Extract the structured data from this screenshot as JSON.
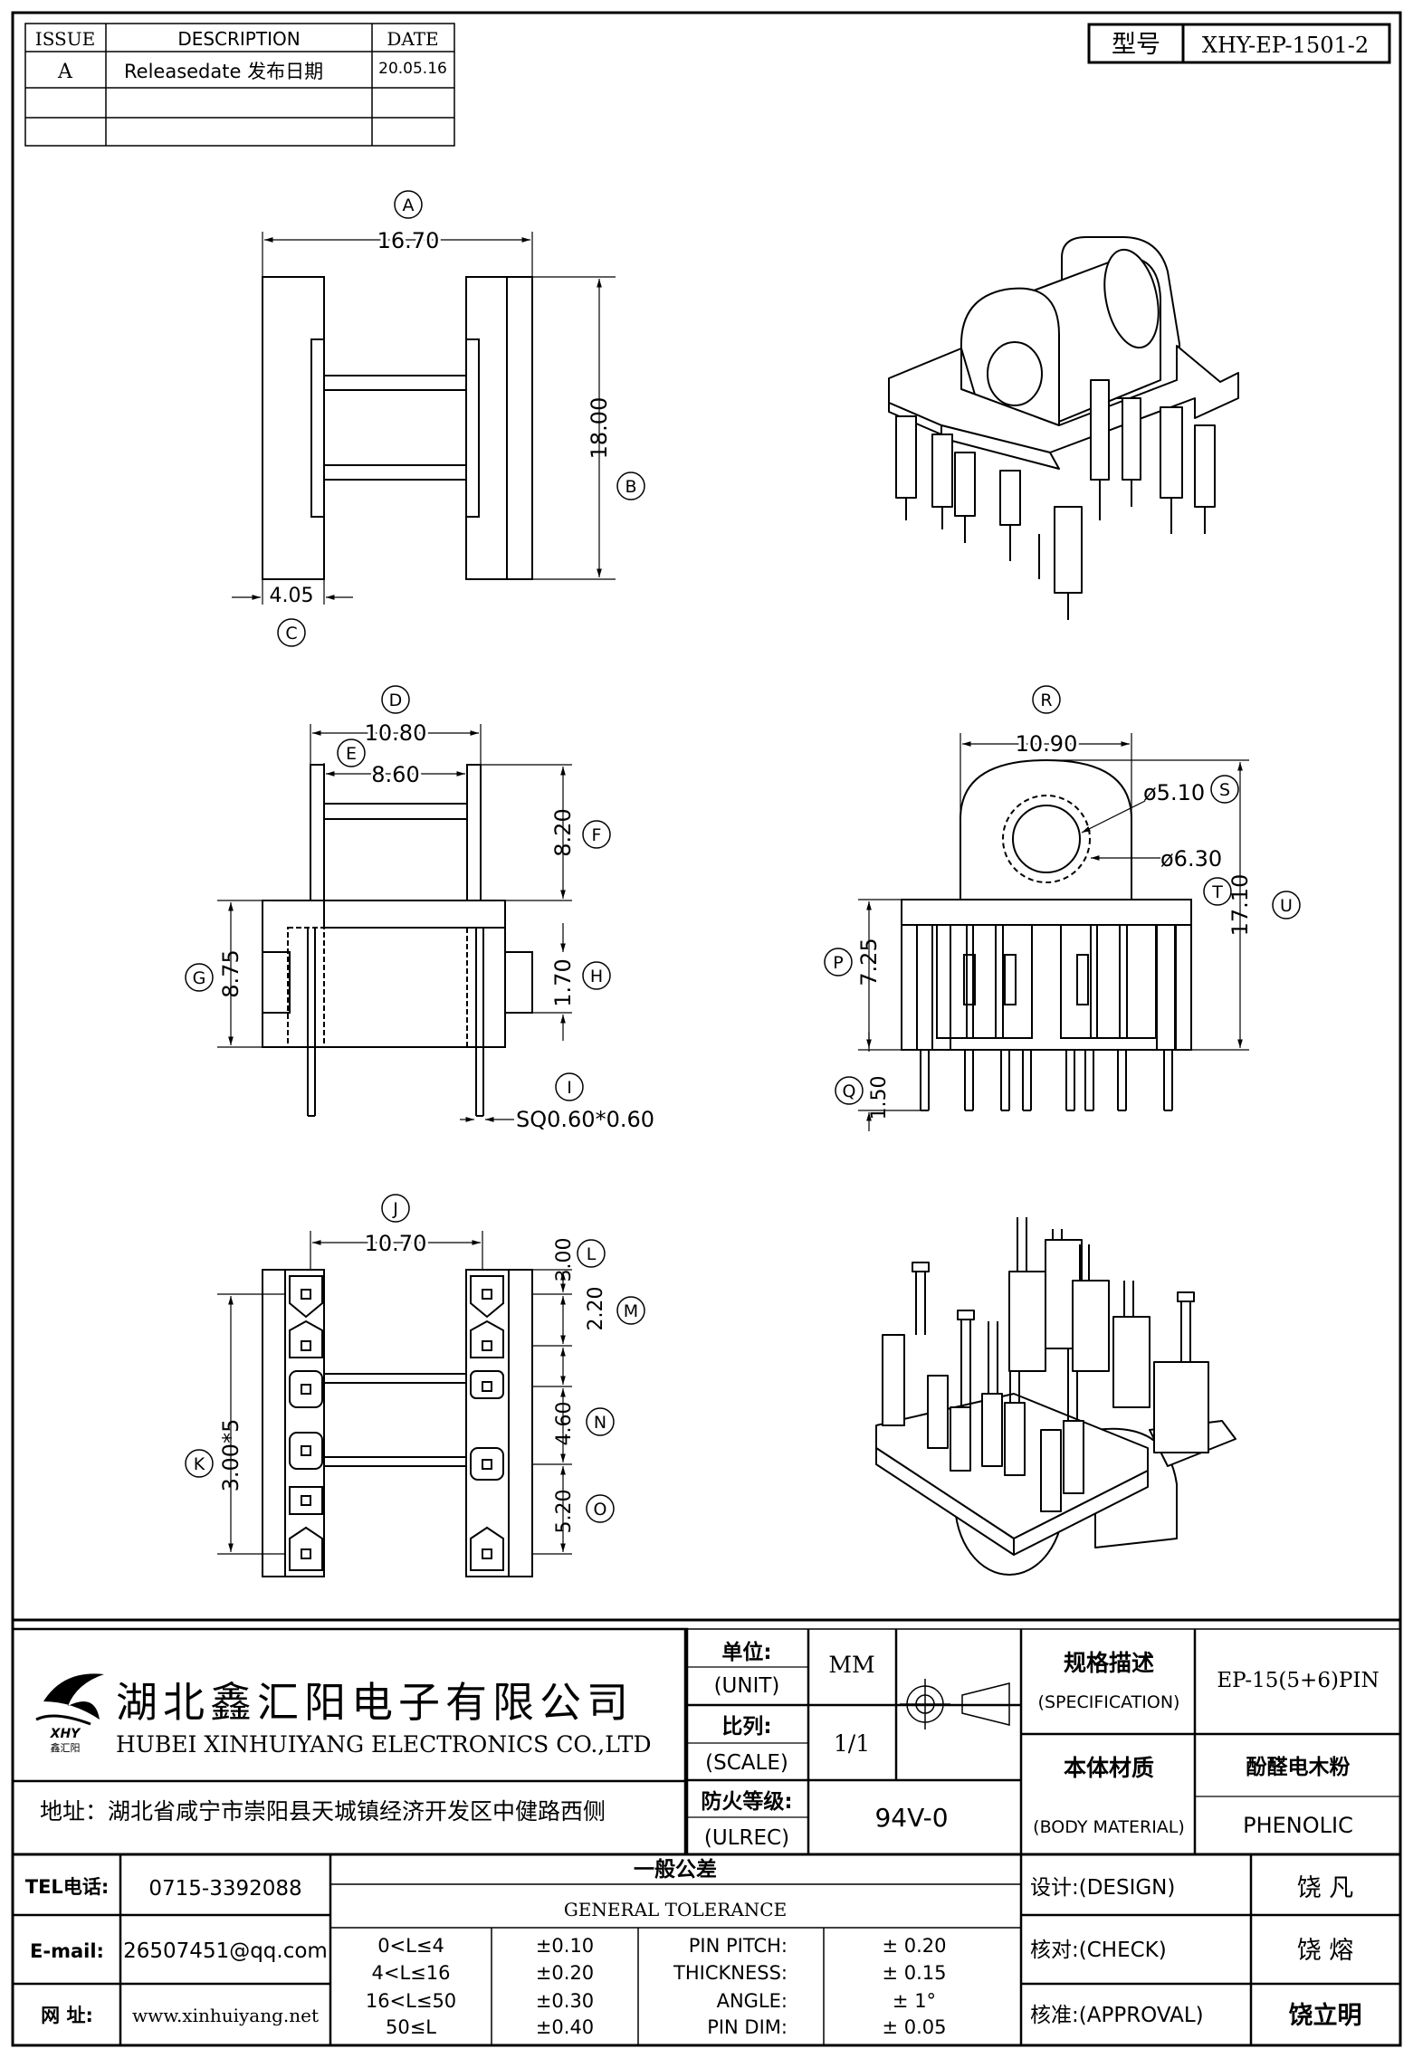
{
  "revision_table": {
    "headers": [
      "ISSUE",
      "DESCRIPTION",
      "DATE"
    ],
    "rows": [
      [
        "A",
        "Releasedate 发布日期",
        "20.05.16"
      ],
      [
        "",
        "",
        ""
      ],
      [
        "",
        "",
        ""
      ]
    ]
  },
  "model": {
    "label": "型号",
    "value": "XHY-EP-1501-2"
  },
  "top_view": {
    "width_dim": "16.70",
    "width_callout": "A",
    "height_dim": "18.00",
    "height_callout": "B",
    "flange_dim": "4.05",
    "flange_callout": "C"
  },
  "side_view": {
    "d_dim": "10.80",
    "d_callout": "D",
    "e_dim": "8.60",
    "e_callout": "E",
    "f_dim": "8.20",
    "f_callout": "F",
    "g_dim": "8.75",
    "g_callout": "G",
    "h_dim": "1.70",
    "h_callout": "H",
    "pin_dim": "SQ0.60*0.60",
    "pin_callout": "I"
  },
  "front_view": {
    "r_dim": "10.90",
    "r_callout": "R",
    "s_dim": "ø5.10",
    "s_callout": "S",
    "t_dim": "ø6.30",
    "t_callout": "T",
    "u_dim": "17.10",
    "u_callout": "U",
    "p_dim": "7.25",
    "p_callout": "P",
    "q_dim": "1.50",
    "q_callout": "Q"
  },
  "bottom_view": {
    "j_dim": "10.70",
    "j_callout": "J",
    "k_dim": "3.00*5",
    "k_callout": "K",
    "l_dim": "3.00",
    "l_callout": "L",
    "m_dim": "2.20",
    "m_callout": "M",
    "n_dim": "4.60",
    "n_callout": "N",
    "o_dim": "5.20",
    "o_callout": "O"
  },
  "title_block": {
    "company_cn": "湖北鑫汇阳电子有限公司",
    "company_en": "HUBEI XINHUIYANG ELECTRONICS CO.,LTD",
    "logo_text": "XHY",
    "logo_sub": "鑫汇阳",
    "address": "地址：湖北省咸宁市崇阳县天城镇经济开发区中健路西侧",
    "unit_label_cn": "单位:",
    "unit_label_en": "(UNIT)",
    "unit_value": "MM",
    "scale_label_cn": "比列:",
    "scale_label_en": "(SCALE)",
    "scale_value": "1/1",
    "ul_label_cn": "防火等级:",
    "ul_label_en": "(ULREC)",
    "ul_value": "94V-0",
    "spec_label_cn": "规格描述",
    "spec_label_en": "(SPECIFICATION)",
    "spec_value": "EP-15(5+6)PIN",
    "material_label_cn": "本体材质",
    "material_label_en": "(BODY MATERIAL)",
    "material_value_cn": "酚醛电木粉",
    "material_value_en": "PHENOLIC",
    "tel_label": "TEL电话:",
    "tel_value": "0715-3392088",
    "email_label": "E-mail:",
    "email_value": "26507451@qq.com",
    "web_label": "网  址:",
    "web_value": "www.xinhuiyang.net",
    "tolerance_title_cn": "一般公差",
    "tolerance_title_en": "GENERAL TOLERANCE",
    "tolerance_rows": [
      {
        "range": "0<L≤4",
        "tol": "±0.10",
        "item": "PIN PITCH:",
        "value": "± 0.20"
      },
      {
        "range": "4<L≤16",
        "tol": "±0.20",
        "item": "THICKNESS:",
        "value": "± 0.15"
      },
      {
        "range": "16<L≤50",
        "tol": "±0.30",
        "item": "ANGLE:",
        "value": "± 1°"
      },
      {
        "range": "50≤L",
        "tol": "±0.40",
        "item": "PIN DIM:",
        "value": "± 0.05"
      }
    ],
    "design_label": "设计:(DESIGN)",
    "design_value": "饶  凡",
    "check_label": "核对:(CHECK)",
    "check_value": "饶  熔",
    "approval_label": "核准:(APPROVAL)",
    "approval_value": "饶立明"
  }
}
